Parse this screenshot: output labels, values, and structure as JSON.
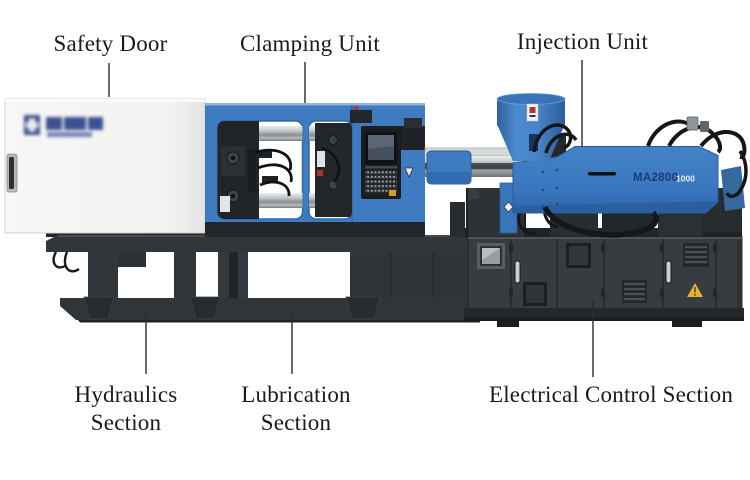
{
  "machine": {
    "model_number": "MA2800",
    "model_variant": "1000",
    "brand_logo": "blurred-blue-logo"
  },
  "callouts": {
    "safety_door": "Safety Door",
    "clamping_unit": "Clamping Unit",
    "injection_unit": "Injection Unit",
    "hydraulics": {
      "line1": "Hydraulics",
      "line2": "Section"
    },
    "lubrication": {
      "line1": "Lubrication",
      "line2": "Section"
    },
    "electrical_control": "Electrical Control Section"
  },
  "icons": {
    "warning_triangle": "yellow-warning-triangle"
  },
  "colors": {
    "machine_blue": "#3e7bc1",
    "dark_charcoal": "#33383b",
    "door_white": "#f4f4f2",
    "model_text_navy": "#1d3c72",
    "model_variant_light": "#e8eef7",
    "warning_yellow": "#e4b234",
    "label_text": "#1b1b1b",
    "background": "#ffffff"
  }
}
